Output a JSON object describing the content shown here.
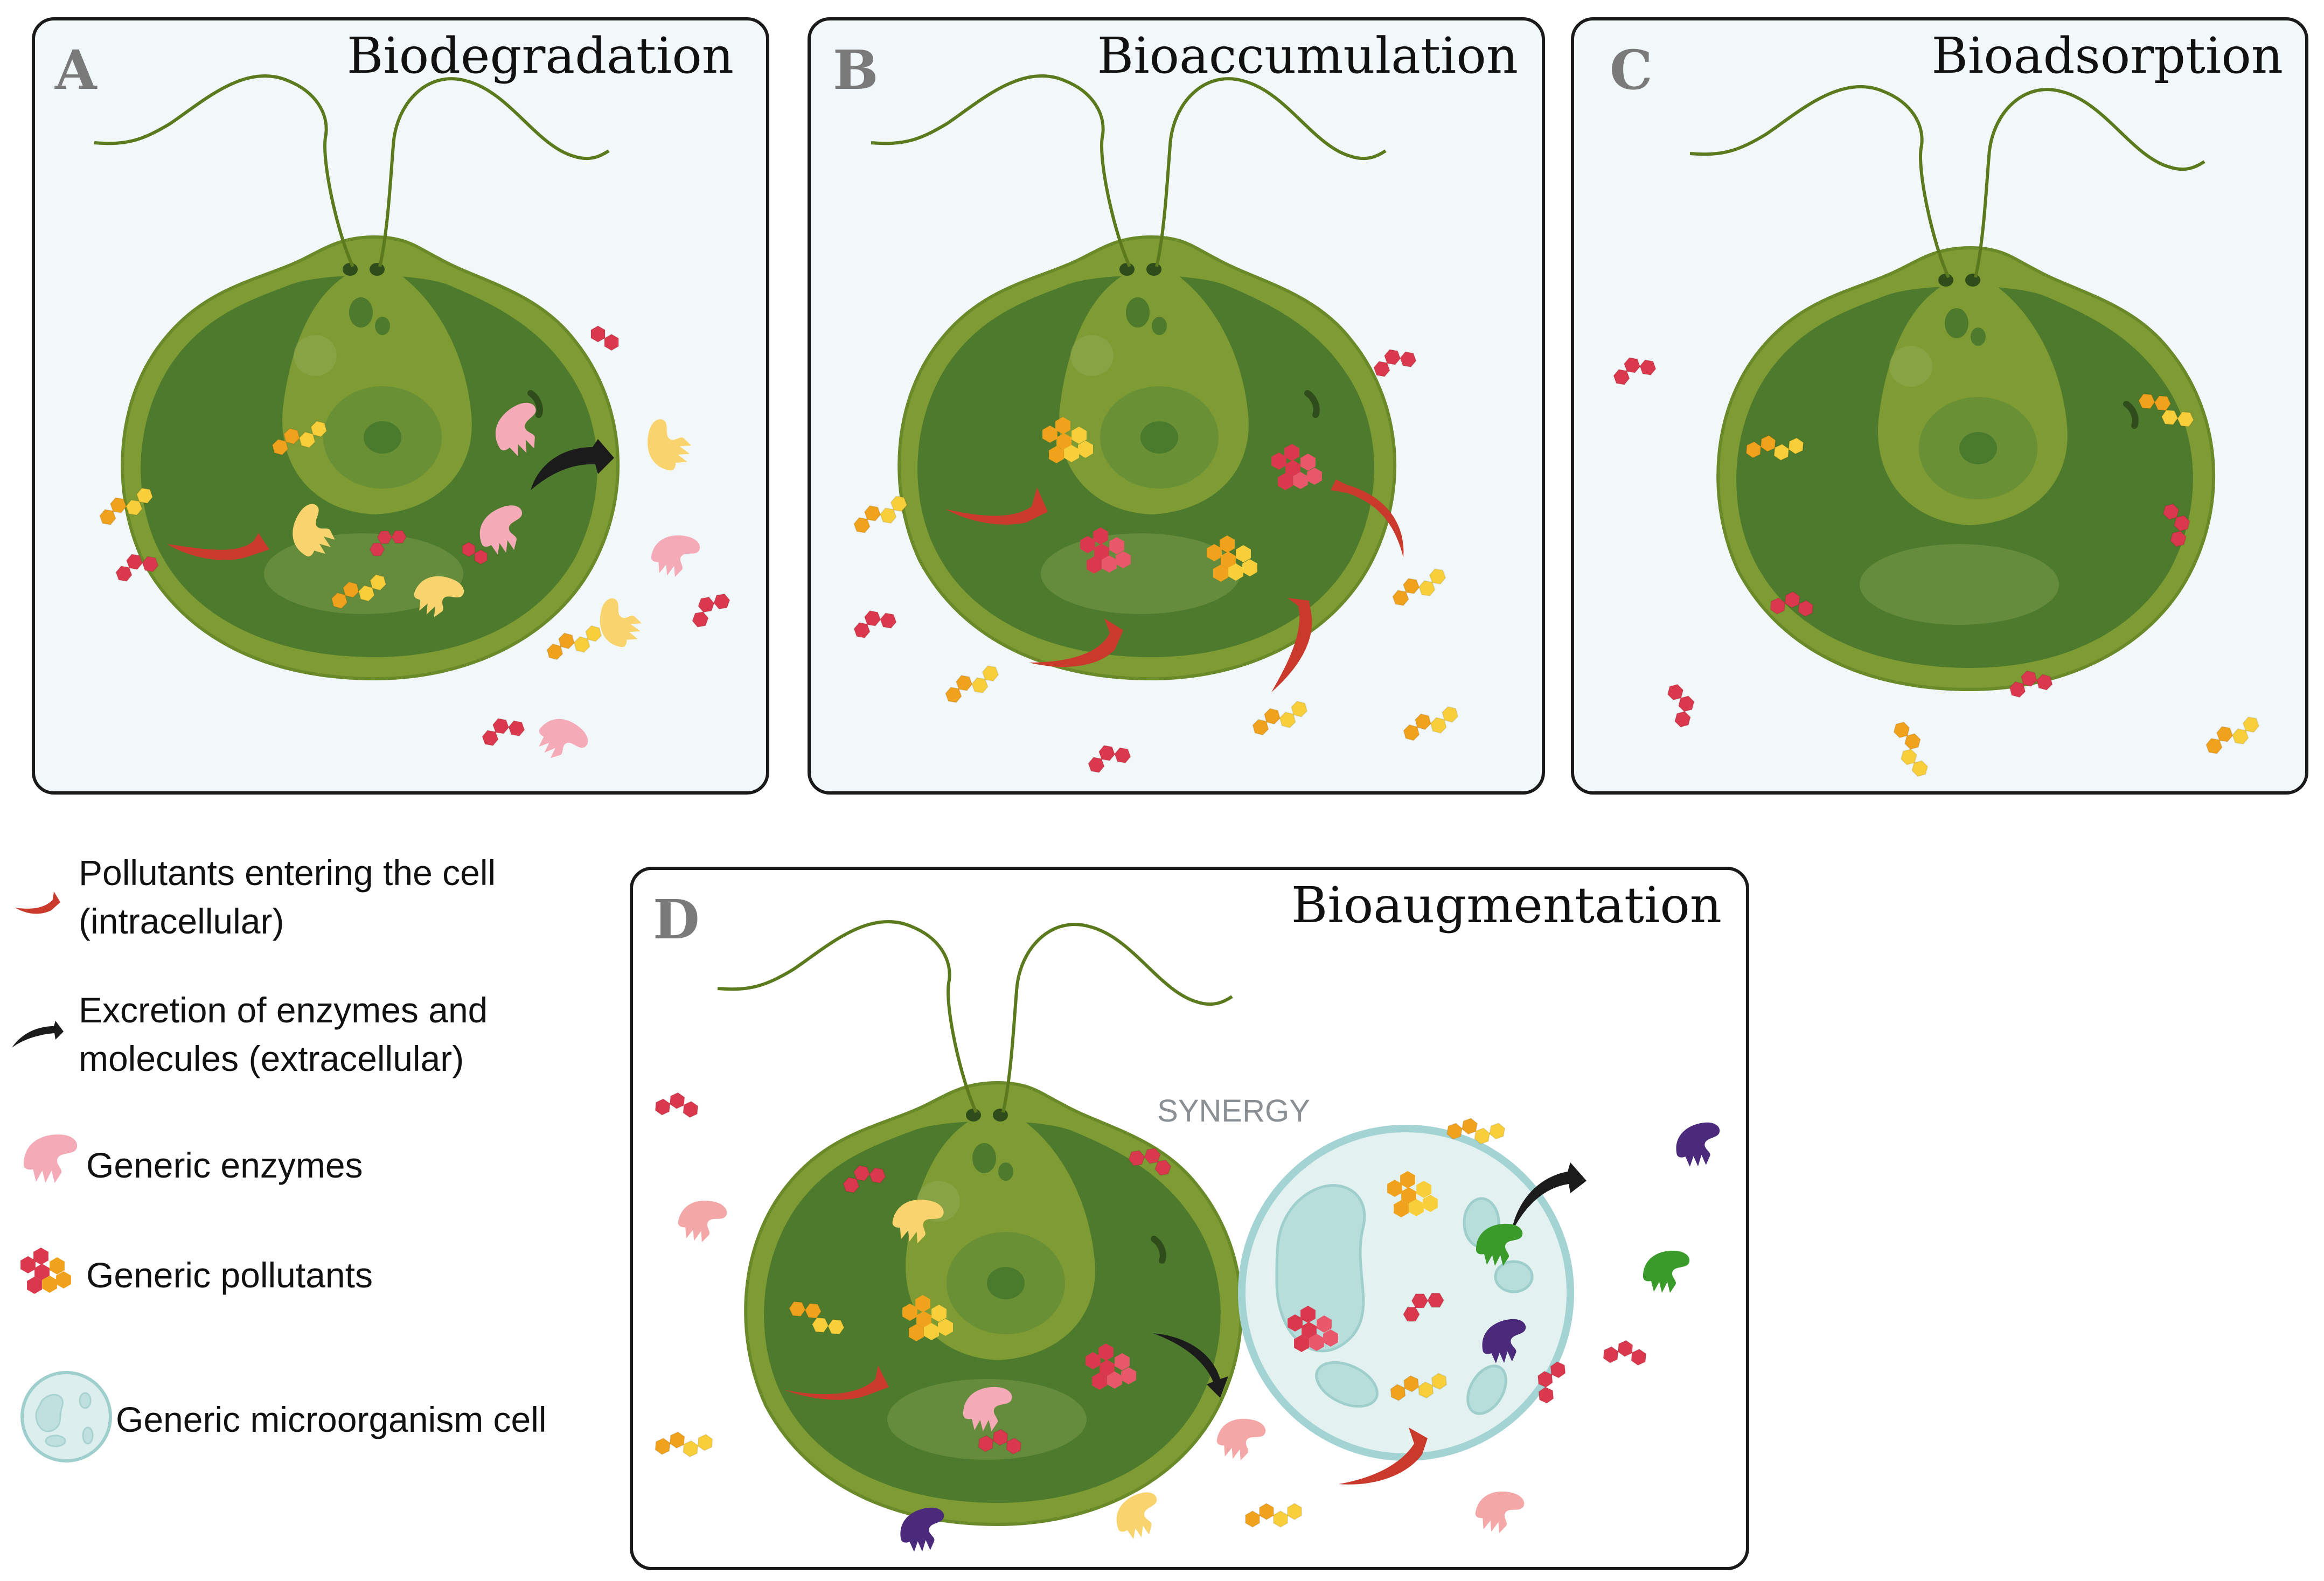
{
  "panels": {
    "a": {
      "letter": "A",
      "title": "Biodegradation"
    },
    "b": {
      "letter": "B",
      "title": "Bioaccumulation"
    },
    "c": {
      "letter": "C",
      "title": "Bioadsorption"
    },
    "d": {
      "letter": "D",
      "title": "Bioaugmentation",
      "synergy_label": "SYNERGY"
    }
  },
  "legend": {
    "entering": {
      "line1": "Pollutants entering the cell",
      "line2": "(intracellular)"
    },
    "excretion": {
      "line1": "Excretion of enzymes and",
      "line2": "molecules (extracellular)"
    },
    "enzymes": "Generic enzymes",
    "pollutants": "Generic pollutants",
    "microorganism": "Generic microorganism cell"
  },
  "colors": {
    "panel_border": "#1a1a1a",
    "panel_bg": "#f2f8f9",
    "cell_membrane": "#7e9b34",
    "cell_body": "#5f8a2c",
    "cell_dark": "#49742a",
    "nucleus": "#6f9a3b",
    "flagella": "#5b7a1e",
    "pollutant_red": "#d9384d",
    "pollutant_orange": "#f0a21c",
    "pollutant_yellow": "#f8cf3a",
    "enzyme_pink": "#f5aab8",
    "enzyme_yellow": "#f9d46e",
    "enzyme_purple": "#4b2a7b",
    "enzyme_green": "#3a9b2a",
    "arrow_red": "#c93a2c",
    "arrow_black": "#1b1b1b",
    "microbe_fill": "#e0f0ef",
    "microbe_border": "#a3d3d3",
    "microbe_organelle": "#b8dedc"
  }
}
